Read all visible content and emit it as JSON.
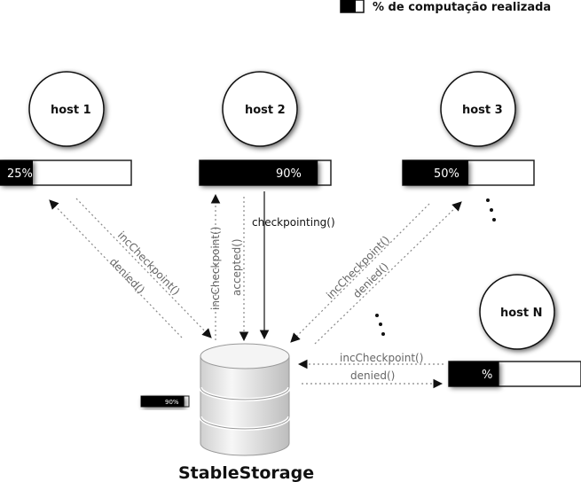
{
  "legend": {
    "label": "% de computação realizada"
  },
  "hosts": [
    {
      "name": "host 1",
      "progress_label": "25%",
      "progress": 0.25
    },
    {
      "name": "host 2",
      "progress_label": "90%",
      "progress": 0.9
    },
    {
      "name": "host 3",
      "progress_label": "50%",
      "progress": 0.5
    },
    {
      "name": "host N",
      "progress_label": "%",
      "progress": 0.38
    }
  ],
  "storage": {
    "title": "StableStorage",
    "progress_label": "90%",
    "progress": 0.9
  },
  "messages": {
    "h1_inc": "incCheckpoint()",
    "h1_denied": "denied()",
    "h2_inc": "incCheckpoint()",
    "h2_accepted": "accepted()",
    "h2_checkpointing": "checkpointing()",
    "h3_inc": "incCheckpoint()",
    "h3_denied": "denied()",
    "hN_inc": "incCheckpoint()",
    "hN_denied": "denied()"
  },
  "colors": {
    "bar_fill": "#000000",
    "bar_border": "#222222",
    "arrow_dotted": "#888888",
    "message_text": "#666666"
  }
}
